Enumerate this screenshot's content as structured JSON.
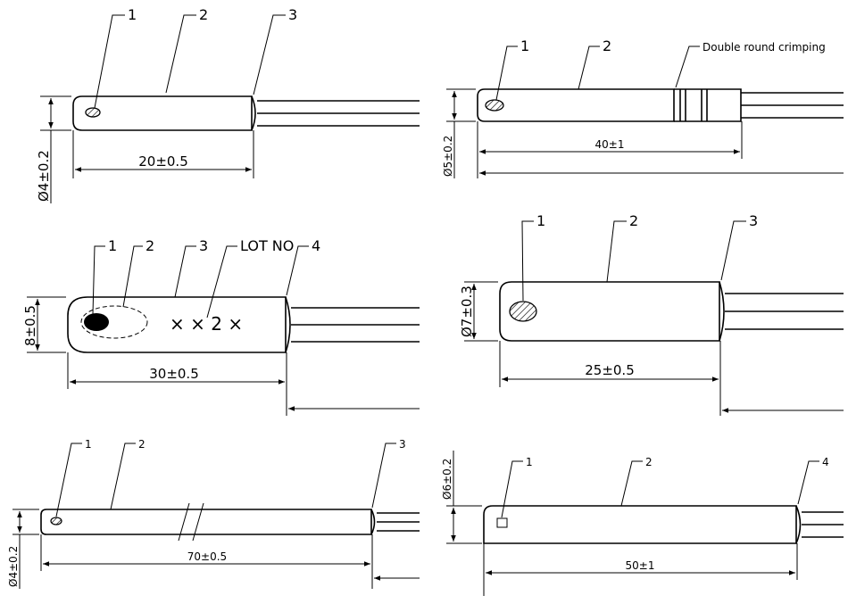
{
  "drawings": [
    {
      "id": "sensor-a",
      "callouts": [
        "1",
        "2",
        "3"
      ],
      "dimensions": {
        "diameter": "Ø4±0.2",
        "length": "20±0.5"
      }
    },
    {
      "id": "sensor-b",
      "callouts": [
        "1",
        "2"
      ],
      "note": "Double round crimping",
      "dimensions": {
        "diameter": "Ø5±0.2",
        "length": "40±1"
      }
    },
    {
      "id": "sensor-c",
      "callouts": [
        "1",
        "2",
        "3",
        "4"
      ],
      "note": "LOT NO",
      "marking": "× × 2 ×",
      "dimensions": {
        "diameter": "8±0.5",
        "length": "30±0.5"
      }
    },
    {
      "id": "sensor-d",
      "callouts": [
        "1",
        "2",
        "3"
      ],
      "dimensions": {
        "diameter": "Ø7±0.3",
        "length": "25±0.5"
      }
    },
    {
      "id": "sensor-e",
      "callouts": [
        "1",
        "2",
        "3"
      ],
      "dimensions": {
        "diameter": "Ø4±0.2",
        "length": "70±0.5"
      }
    },
    {
      "id": "sensor-f",
      "callouts": [
        "1",
        "2",
        "4"
      ],
      "dimensions": {
        "diameter": "Ø6±0.2",
        "length": "50±1"
      }
    }
  ]
}
